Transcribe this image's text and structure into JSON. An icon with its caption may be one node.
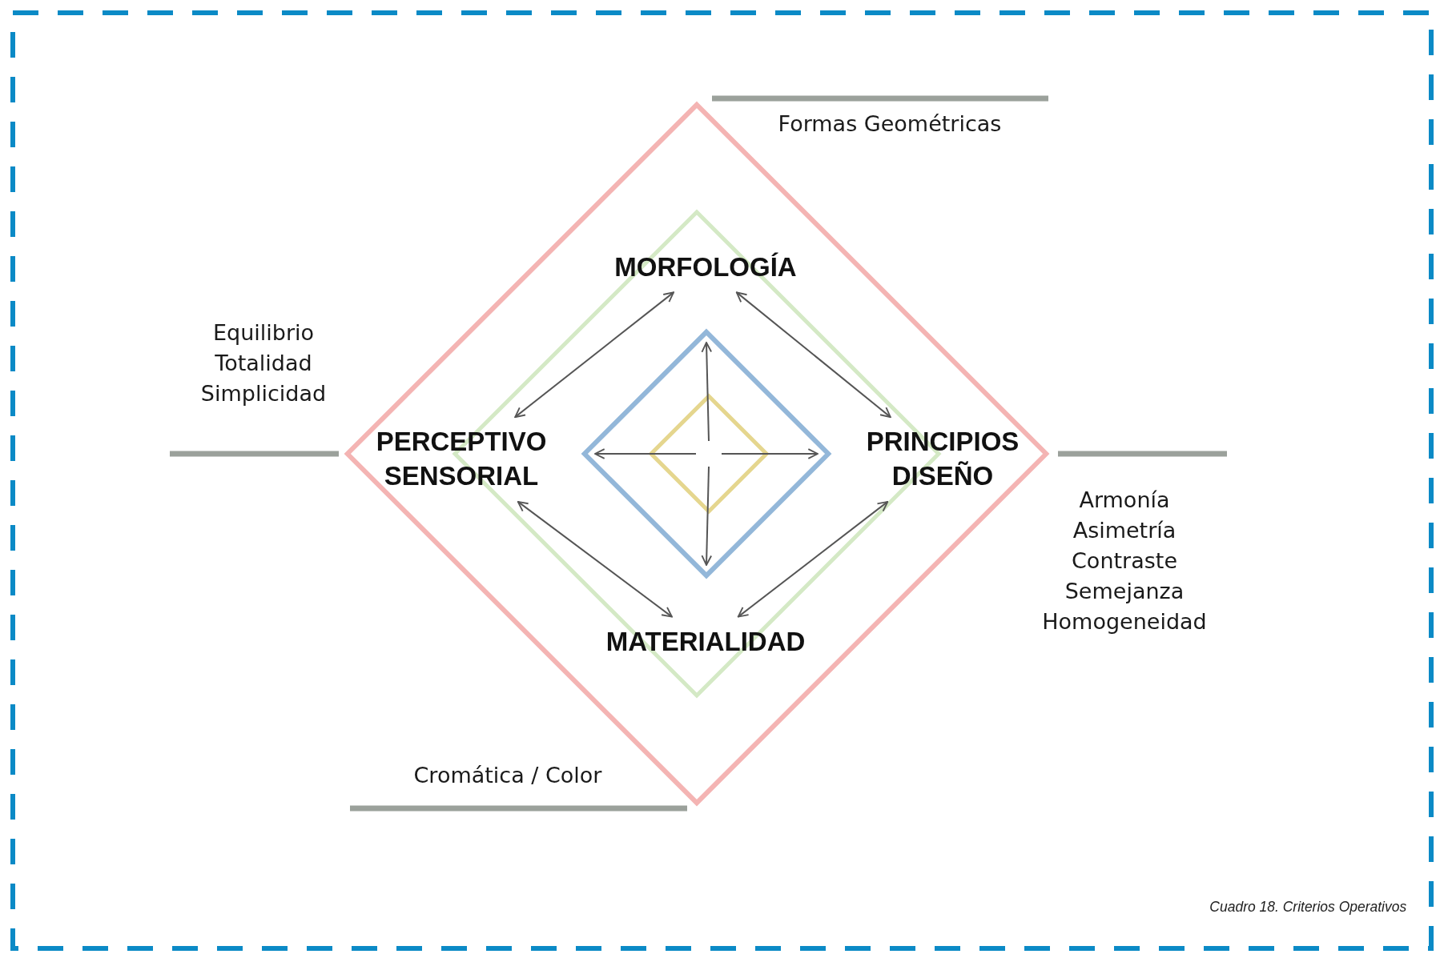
{
  "diagram": {
    "caption": "Cuadro 18. Criterios Operativos",
    "nodes": [
      {
        "text": [],
        "shape": "diamond"
      },
      {
        "text": [],
        "shape": "diamond",
        "in": 0
      },
      {
        "text": [],
        "shape": "diamond",
        "in": 1
      },
      {
        "text": [],
        "shape": "diamond",
        "in": 2
      },
      {
        "text": [
          "MORFOLOGÍA"
        ],
        "in": 1
      },
      {
        "text": [
          "PERCEPTIVO SENSORIAL"
        ],
        "in": 0
      },
      {
        "text": [
          "PRINCIPIOS DISEÑO"
        ],
        "in": 0
      },
      {
        "text": [
          "MATERIALIDAD"
        ],
        "in": 1
      }
    ],
    "edges": [
      {
        "from": 4,
        "to": 5,
        "arrow": "both"
      },
      {
        "from": 4,
        "to": 6,
        "arrow": "both"
      },
      {
        "from": 5,
        "to": 7,
        "arrow": "both"
      },
      {
        "from": 6,
        "to": 7,
        "arrow": "both"
      },
      {
        "from": 3,
        "to": 2,
        "arrow": "to"
      },
      {
        "from": 3,
        "to": 2,
        "arrow": "to"
      },
      {
        "from": 3,
        "to": 2,
        "arrow": "to"
      },
      {
        "from": 3,
        "to": 2,
        "arrow": "to"
      }
    ],
    "labels": [
      "Formas Geométricas",
      "Equilibrio",
      "Totalidad",
      "Simplicidad",
      "Armonía",
      "Asimetría",
      "Contraste",
      "Semejanza",
      "Homogeneidad",
      "Cromática / Color"
    ]
  }
}
